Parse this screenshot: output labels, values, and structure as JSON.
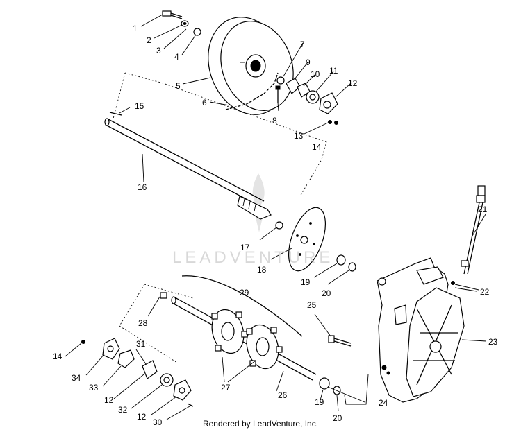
{
  "callouts": [
    "1",
    "2",
    "3",
    "4",
    "5",
    "6",
    "7",
    "8",
    "9",
    "10",
    "11",
    "12",
    "13",
    "14",
    "15",
    "16",
    "17",
    "18",
    "19",
    "20",
    "21",
    "22",
    "23",
    "24",
    "25",
    "26",
    "27",
    "28",
    "29",
    "30",
    "31",
    "32",
    "33",
    "34"
  ],
  "extra_callouts": {
    "a": "12",
    "b": "14",
    "c": "19",
    "d": "20",
    "e": "12"
  },
  "watermark": "LEADVENTURE",
  "footer": "Rendered by LeadVenture, Inc.",
  "colors": {
    "ink": "#000000",
    "background": "#ffffff",
    "watermark": "#d8d8d8"
  }
}
